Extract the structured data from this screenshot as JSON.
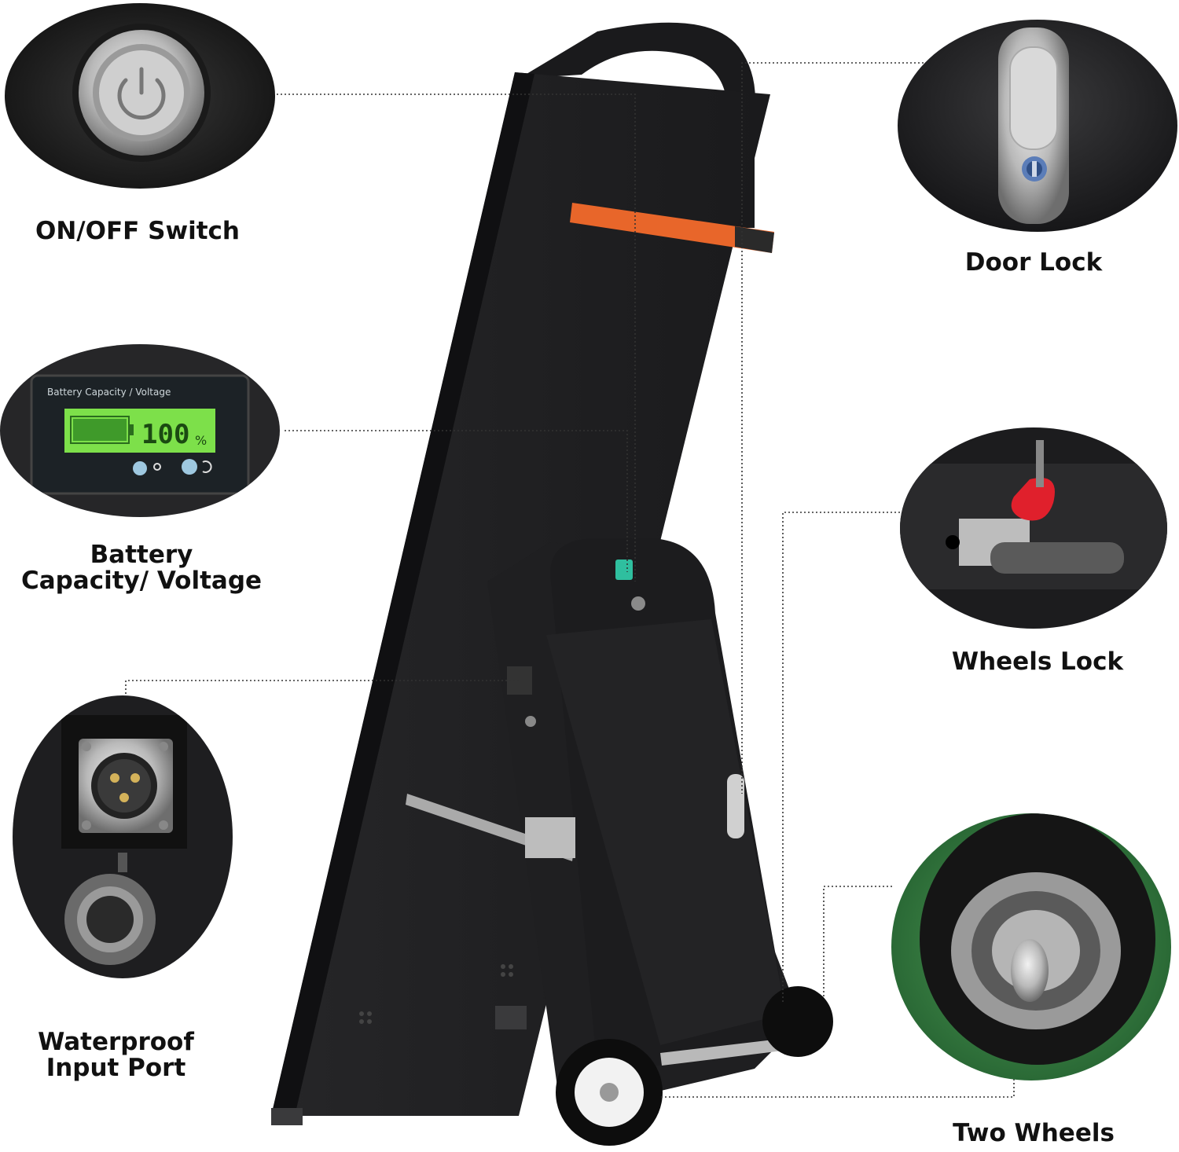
{
  "features": {
    "on_off_switch": {
      "label": "ON/OFF Switch",
      "icon": "power-button-icon"
    },
    "battery": {
      "label_line1": "Battery",
      "label_line2": "Capacity/ Voltage",
      "display_title": "Battery Capacity / Voltage",
      "display_value": "100",
      "display_unit": "%",
      "level": 1.0,
      "icon": "battery-meter-icon"
    },
    "waterproof_port": {
      "label_line1": "Waterproof",
      "label_line2": "Input Port",
      "icon": "power-socket-icon"
    },
    "door_lock": {
      "label": "Door Lock",
      "icon": "lock-icon"
    },
    "wheels_lock": {
      "label": "Wheels Lock",
      "icon": "brake-lever-icon"
    },
    "two_wheels": {
      "label": "Two Wheels",
      "icon": "wheel-icon"
    }
  },
  "colors": {
    "body": "#1c1c1e",
    "accent_orange": "#e8662a",
    "lcd_green": "#7de04a",
    "brake_red": "#e0202c",
    "leader_line": "#333333"
  }
}
